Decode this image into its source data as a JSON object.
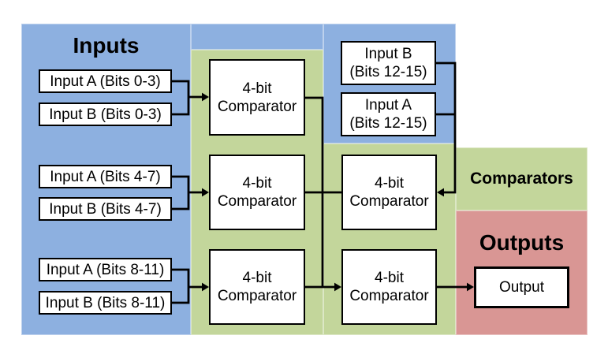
{
  "colors": {
    "inputs_bg": "#8DB0E0",
    "comparators_bg": "#C3D69B",
    "outputs_bg": "#D99694",
    "box_bg": "#FFFFFF",
    "line_color": "#000000"
  },
  "sections": {
    "inputs": {
      "label": "Inputs"
    },
    "comparators": {
      "label": "Comparators"
    },
    "outputs": {
      "label": "Outputs"
    }
  },
  "boxes": {
    "input_a_0_3": {
      "label": "Input A (Bits 0-3)"
    },
    "input_b_0_3": {
      "label": "Input B (Bits 0-3)"
    },
    "input_a_4_7": {
      "label": "Input A (Bits 4-7)"
    },
    "input_b_4_7": {
      "label": "Input B (Bits 4-7)"
    },
    "input_a_8_11": {
      "label": "Input A (Bits 8-11)"
    },
    "input_b_8_11": {
      "label": "Input B (Bits 8-11)"
    },
    "input_b_12_15": {
      "line1": "Input B",
      "line2": "(Bits 12-15)"
    },
    "input_a_12_15": {
      "line1": "Input A",
      "line2": "(Bits 12-15)"
    },
    "comparator": {
      "line1": "4-bit",
      "line2": "Comparator"
    },
    "output": {
      "label": "Output"
    }
  }
}
